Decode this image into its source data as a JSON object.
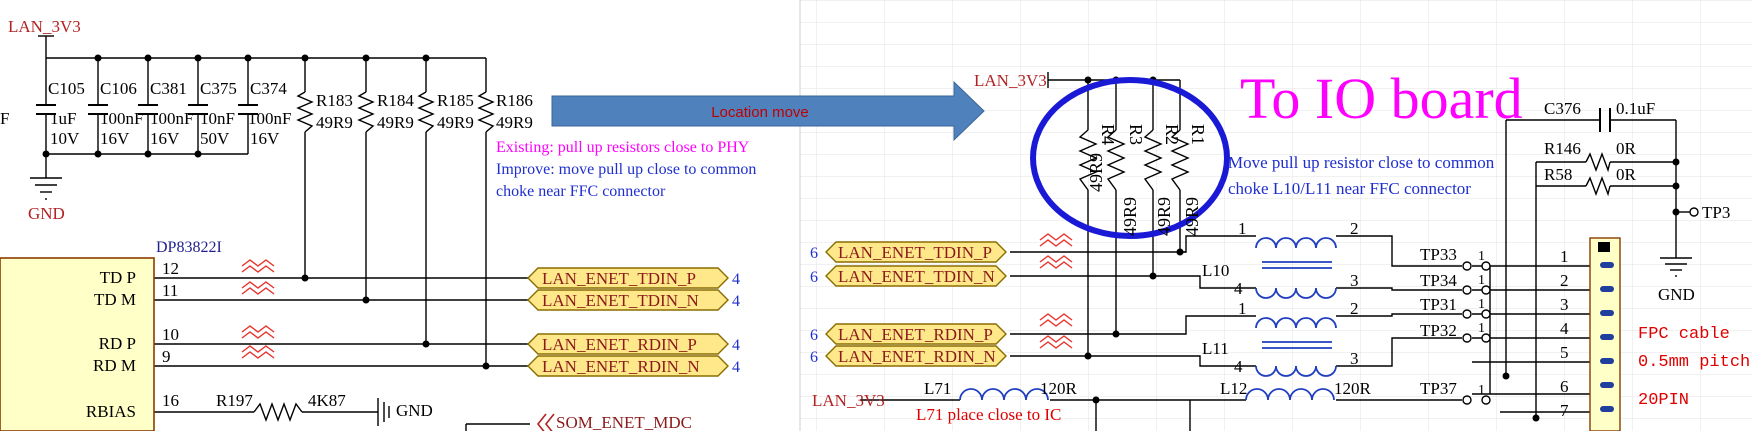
{
  "left": {
    "power_net": "LAN_3V3",
    "gnd_label": "GND",
    "left_edge_fragment": "F",
    "capacitors": [
      {
        "ref": "C105",
        "value": "1uF",
        "voltage": "10V"
      },
      {
        "ref": "C106",
        "value": "100nF",
        "voltage": "16V"
      },
      {
        "ref": "C381",
        "value": "100nF",
        "voltage": "16V"
      },
      {
        "ref": "C375",
        "value": "10nF",
        "voltage": "50V"
      },
      {
        "ref": "C374",
        "value": "100nF",
        "voltage": "16V"
      }
    ],
    "resistors": [
      {
        "ref": "R183",
        "value": "49R9"
      },
      {
        "ref": "R184",
        "value": "49R9"
      },
      {
        "ref": "R185",
        "value": "49R9"
      },
      {
        "ref": "R186",
        "value": "49R9"
      }
    ],
    "ic": {
      "name": "DP83822I",
      "pins": [
        {
          "name": "TD P",
          "num": "12"
        },
        {
          "name": "TD M",
          "num": "11"
        },
        {
          "name": "RD P",
          "num": "10"
        },
        {
          "name": "RD M",
          "num": "9"
        },
        {
          "name": "RBIAS",
          "num": "16"
        }
      ]
    },
    "net_ports": [
      {
        "label": "LAN_ENET_TDIN_P",
        "sheet": "4"
      },
      {
        "label": "LAN_ENET_TDIN_N",
        "sheet": "4"
      },
      {
        "label": "LAN_ENET_RDIN_P",
        "sheet": "4"
      },
      {
        "label": "LAN_ENET_RDIN_N",
        "sheet": "4"
      }
    ],
    "rbias": {
      "ref": "R197",
      "value": "4K87",
      "gnd": "GND"
    },
    "mdc_port": "SOM_ENET_MDC",
    "note_existing": "Existing: pull up resistors close to PHY",
    "note_improve_1": "Improve: move pull up close to common",
    "note_improve_2": "choke near FFC connector"
  },
  "arrow": {
    "label": "Location move",
    "fill": "#4f81bd",
    "label_color": "#c00000"
  },
  "right": {
    "power_net": "LAN_3V3",
    "title": "To IO board",
    "title_color": "#ff00ff",
    "note_1": "Move pull up resistor close to common",
    "note_2": "choke L10/L11 near FFC connector",
    "resistors": [
      {
        "ref": "R4",
        "value": "49R9"
      },
      {
        "ref": "R3",
        "value": "49R9"
      },
      {
        "ref": "R2",
        "value": "49R9"
      },
      {
        "ref": "R1",
        "value": "49R9"
      }
    ],
    "net_ports": [
      {
        "label": "LAN_ENET_TDIN_P",
        "sheet": "6"
      },
      {
        "label": "LAN_ENET_TDIN_N",
        "sheet": "6"
      },
      {
        "label": "LAN_ENET_RDIN_P",
        "sheet": "6"
      },
      {
        "label": "LAN_ENET_RDIN_N",
        "sheet": "6"
      }
    ],
    "chokes": [
      {
        "ref": "L10",
        "pins": [
          "1",
          "2",
          "4",
          "3"
        ]
      },
      {
        "ref": "L11",
        "pins": [
          "1",
          "2",
          "4",
          "3"
        ]
      }
    ],
    "test_points": [
      "TP33",
      "TP34",
      "TP31",
      "TP32",
      "TP37"
    ],
    "tp_pin": "1",
    "cap": {
      "ref": "C376",
      "value": "0.1uF"
    },
    "r146": {
      "ref": "R146",
      "value": "0R"
    },
    "r58": {
      "ref": "R58",
      "value": "0R"
    },
    "tp3": "TP3",
    "gnd_label": "GND",
    "connector_pins": [
      "1",
      "2",
      "3",
      "4",
      "5",
      "6",
      "7"
    ],
    "fpc_note": [
      "FPC cable",
      "0.5mm pitch",
      "20PIN"
    ],
    "l71": {
      "ref": "L71",
      "value": "120R",
      "note": "L71 place close to IC"
    },
    "l12": {
      "ref": "L12",
      "value": "120R"
    },
    "bottom_power": "LAN_3V3"
  }
}
